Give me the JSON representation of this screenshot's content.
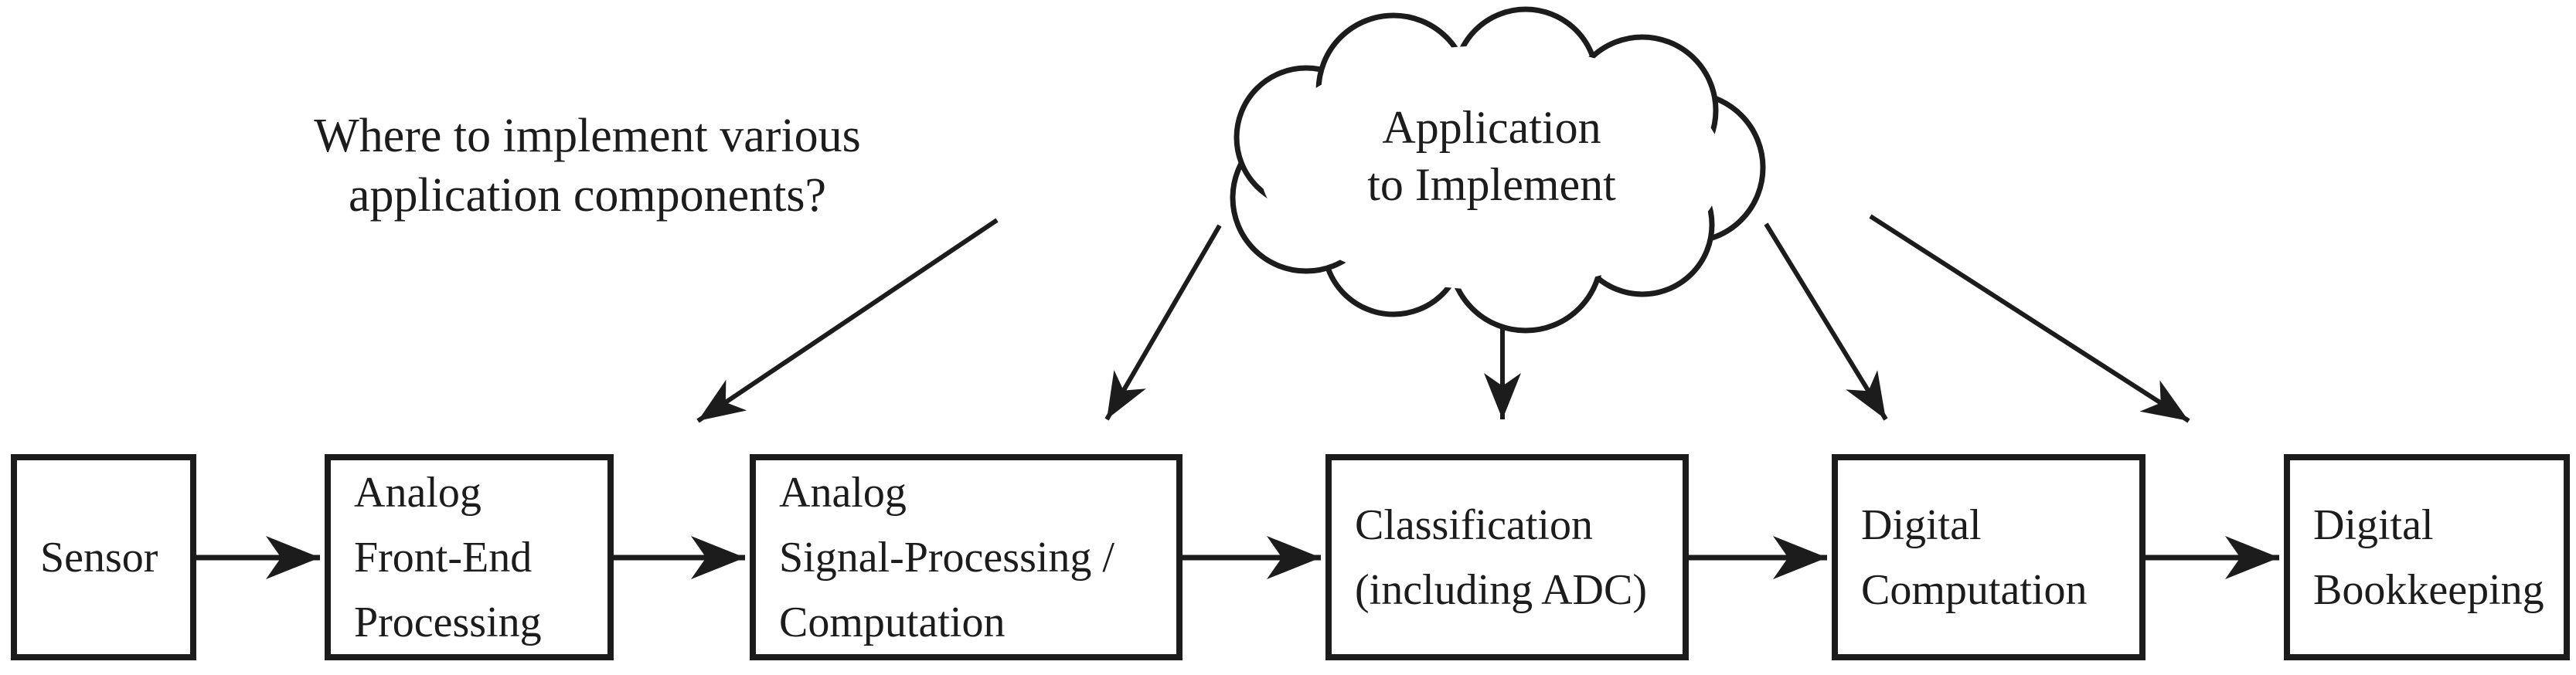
{
  "diagram": {
    "question": {
      "line1": "Where to implement various",
      "line2": "application components?"
    },
    "cloud": {
      "line1": "Application",
      "line2": "to Implement"
    },
    "boxes": [
      {
        "id": "sensor",
        "lines": [
          "Sensor"
        ]
      },
      {
        "id": "analog-front-end",
        "lines": [
          "Analog",
          "Front-End",
          "Processing"
        ]
      },
      {
        "id": "analog-signal-processing",
        "lines": [
          "Analog",
          "Signal-Processing /",
          "Computation"
        ]
      },
      {
        "id": "classification",
        "lines": [
          "Classification",
          "(including ADC)"
        ]
      },
      {
        "id": "digital-computation",
        "lines": [
          "Digital",
          "Computation"
        ]
      },
      {
        "id": "digital-bookkeeping",
        "lines": [
          "Digital",
          "Bookkeeping"
        ]
      }
    ],
    "colors": {
      "ink": "#1c1c1c",
      "background": "#ffffff"
    }
  }
}
